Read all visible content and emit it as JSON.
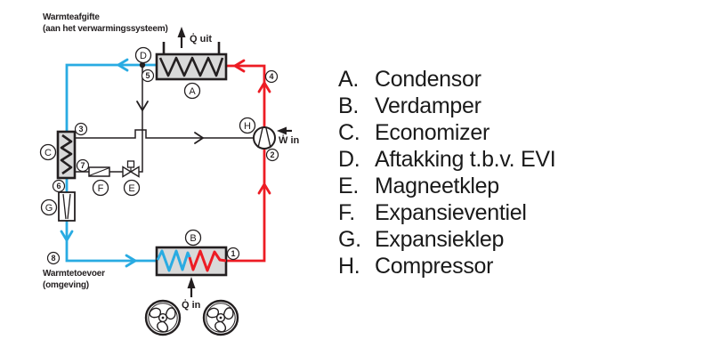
{
  "diagram": {
    "heat_output_label": {
      "line1": "Warmteafgifte",
      "line2": "(aan het verwarmingssysteem)"
    },
    "heat_input_label": {
      "line1": "Warmtetoevoer",
      "line2": "(omgeving)"
    },
    "q_out_label": "Q̇ uit",
    "q_in_label": "Q̇ in",
    "w_in_label": "Ẇ in",
    "component_letters": {
      "condensor": "A",
      "verdamper": "B",
      "economizer": "C",
      "aftakking_evi": "D",
      "magneetklep": "E",
      "expansieventiel": "F",
      "expansieklep": "G",
      "compressor": "H"
    },
    "state_points": [
      "1",
      "2",
      "3",
      "4",
      "5",
      "6",
      "7",
      "8"
    ],
    "colors": {
      "hot_line": "#ed1c24",
      "cold_line": "#29abe2",
      "neutral_line": "#231f20",
      "exchanger_fill": "#d9d9d9"
    }
  },
  "legend": {
    "items": [
      {
        "letter": "A.",
        "label": "Condensor"
      },
      {
        "letter": "B.",
        "label": "Verdamper"
      },
      {
        "letter": "C.",
        "label": "Economizer"
      },
      {
        "letter": "D.",
        "label": "Aftakking t.b.v. EVI"
      },
      {
        "letter": "E.",
        "label": "Magneetklep"
      },
      {
        "letter": "F.",
        "label": "Expansieventiel"
      },
      {
        "letter": "G.",
        "label": "Expansieklep"
      },
      {
        "letter": "H.",
        "label": "Compressor"
      }
    ]
  }
}
